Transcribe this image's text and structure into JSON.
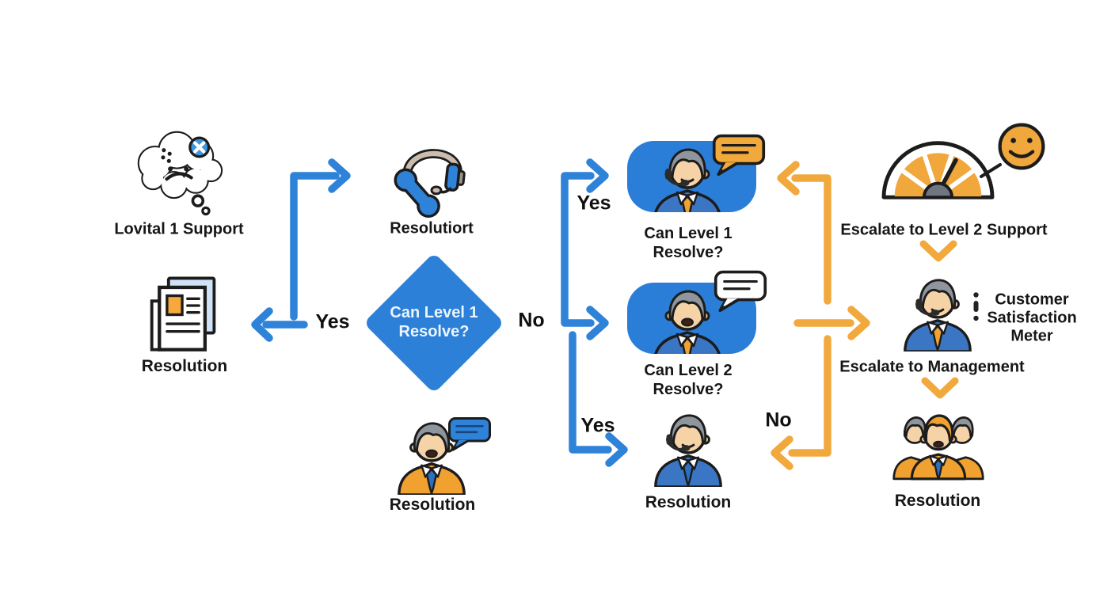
{
  "labels": {
    "level1_support": "Lovital 1 Support",
    "resolution_doc": "Resolution",
    "headset_resolution": "Resolutiort",
    "diamond_line1": "Can Level 1",
    "diamond_line2": "Resolve?",
    "box1_line1": "Can Level 1",
    "box1_line2": "Resolve?",
    "box2_line1": "Can Level 2",
    "box2_line2": "Resolve?",
    "escalate_l2": "Escalate to Level 2 Support",
    "customer_sat_1": "Customer",
    "customer_sat_2": "Satisfaction",
    "customer_sat_3": "Meter",
    "escalate_mgmt": "Escalate to Management",
    "resolution_left": "Resolution",
    "resolution_center": "Resolution",
    "resolution_right": "Resolution"
  },
  "edge_labels": {
    "yes_left": "Yes",
    "no_right": "No",
    "yes_top": "Yes",
    "yes_bottom": "Yes",
    "no_bottom": "No"
  },
  "colors": {
    "flow_blue": "#2E82D8",
    "node_blue": "#2B7ED8",
    "flow_orange": "#F1A93E",
    "jacket_blue": "#3B76C4",
    "jacket_orange": "#F0A12F",
    "hair_gray": "#8F959C",
    "skin": "#F6D3A7",
    "text": "#161616"
  }
}
